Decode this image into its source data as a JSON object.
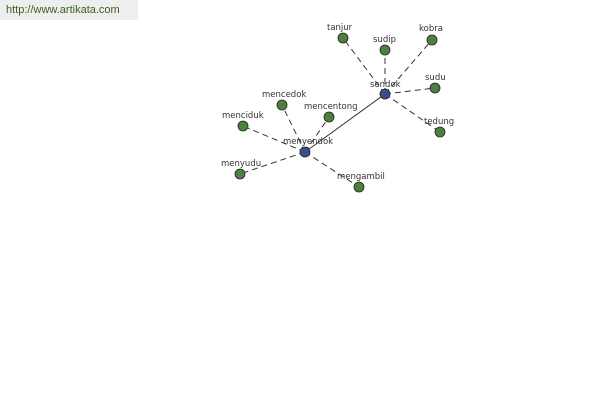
{
  "header": {
    "url": "http://www.artikata.com"
  },
  "colors": {
    "hub_node": "#3c4d8c",
    "leaf_node": "#4a8040",
    "edge": "#333333"
  },
  "graph": {
    "nodes": [
      {
        "id": "sendok",
        "label": "sendok",
        "kind": "hub"
      },
      {
        "id": "menyendok",
        "label": "menyendok",
        "kind": "hub"
      },
      {
        "id": "tanjur",
        "label": "tanjur",
        "kind": "leaf"
      },
      {
        "id": "sudip",
        "label": "sudip",
        "kind": "leaf"
      },
      {
        "id": "kobra",
        "label": "kobra",
        "kind": "leaf"
      },
      {
        "id": "sudu",
        "label": "sudu",
        "kind": "leaf"
      },
      {
        "id": "tedung",
        "label": "tedung",
        "kind": "leaf"
      },
      {
        "id": "mencedok",
        "label": "mencedok",
        "kind": "leaf"
      },
      {
        "id": "mencentong",
        "label": "mencentong",
        "kind": "leaf"
      },
      {
        "id": "menciduk",
        "label": "menciduk",
        "kind": "leaf"
      },
      {
        "id": "menyudu",
        "label": "menyudu",
        "kind": "leaf"
      },
      {
        "id": "mengambil",
        "label": "mengambil",
        "kind": "leaf"
      }
    ],
    "edges": [
      {
        "from": "menyendok",
        "to": "sendok",
        "style": "solid"
      },
      {
        "from": "sendok",
        "to": "tanjur",
        "style": "dashed"
      },
      {
        "from": "sendok",
        "to": "sudip",
        "style": "dashed"
      },
      {
        "from": "sendok",
        "to": "kobra",
        "style": "dashed"
      },
      {
        "from": "sendok",
        "to": "sudu",
        "style": "dashed"
      },
      {
        "from": "sendok",
        "to": "tedung",
        "style": "dashed"
      },
      {
        "from": "menyendok",
        "to": "mencedok",
        "style": "dashed"
      },
      {
        "from": "menyendok",
        "to": "mencentong",
        "style": "dashed"
      },
      {
        "from": "menyendok",
        "to": "menciduk",
        "style": "dashed"
      },
      {
        "from": "menyendok",
        "to": "menyudu",
        "style": "dashed"
      },
      {
        "from": "menyendok",
        "to": "mengambil",
        "style": "dashed"
      }
    ]
  }
}
